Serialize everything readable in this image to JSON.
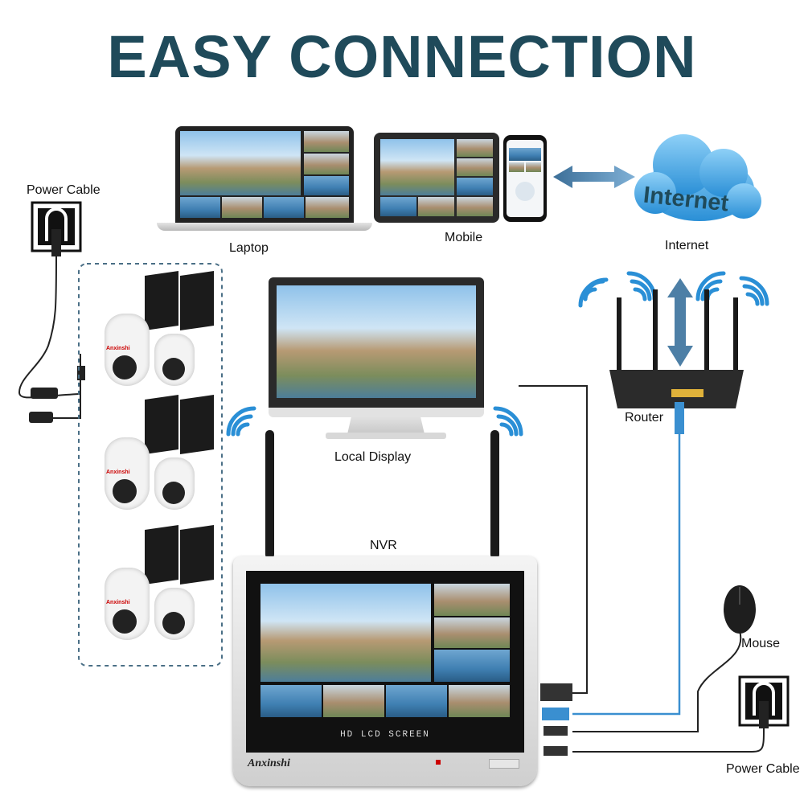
{
  "title": "EASY CONNECTION",
  "labels": {
    "laptop": "Laptop",
    "mobile": "Mobile",
    "internet": "Internet",
    "internet_cloud": "Internet",
    "power_cable_top": "Power Cable",
    "local_display": "Local Display",
    "router": "Router",
    "nvr": "NVR",
    "mouse": "Mouse",
    "power_cable_bottom": "Power Cable"
  },
  "nvr": {
    "screen_caption": "HD LCD SCREEN",
    "brand": "Anxinshi"
  },
  "camera_brand": "Anxinshi",
  "colors": {
    "title": "#1f4a5a",
    "accent_blue": "#2a8fd6",
    "arrow": "#4d7fa6",
    "cable": "#222222",
    "network_cable": "#3a8fd0"
  }
}
